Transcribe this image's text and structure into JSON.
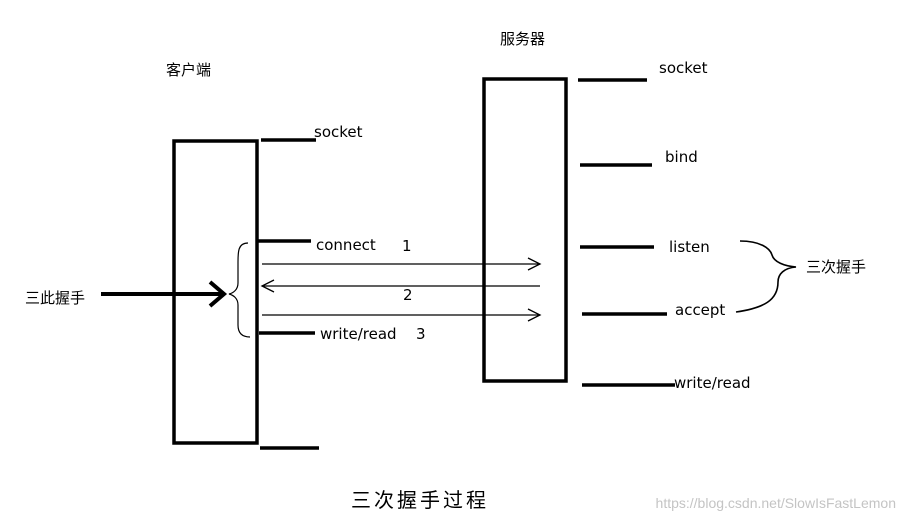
{
  "client": {
    "title": "客户端",
    "steps": [
      "socket",
      "connect",
      "write/read"
    ]
  },
  "server": {
    "title": "服务器",
    "steps": [
      "socket",
      "bind",
      "listen",
      "accept",
      "write/read"
    ]
  },
  "handshake": {
    "left_label": "三此握手",
    "right_label": "三次握手",
    "arrow_numbers": [
      "1",
      "2",
      "3"
    ]
  },
  "caption": "三次握手过程",
  "watermark": "https://blog.csdn.net/SlowIsFastLemon"
}
